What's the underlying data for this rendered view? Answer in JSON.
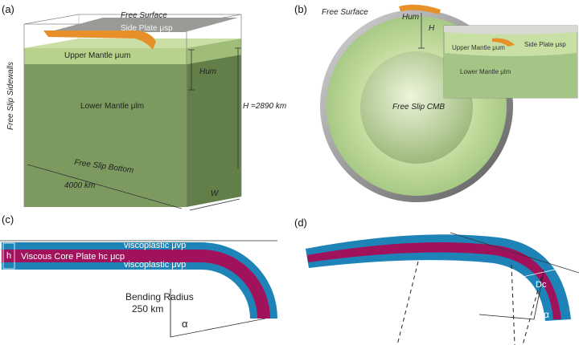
{
  "panels": {
    "a": {
      "label": "(a)",
      "free_surface": "Free Surface",
      "side_plate": "Side Plate μsp",
      "upper_mantle": "Upper Mantle μum",
      "lower_mantle": "Lower Mantle μlm",
      "h_um": "Hum",
      "h_total": "H =2890 km",
      "sidewalls": "Free Slip Sidewalls",
      "bottom": "Free Slip Bottom",
      "width": "4000 km",
      "depth": "W"
    },
    "b": {
      "label": "(b)",
      "free_surface": "Free Surface",
      "h_um": "Hum",
      "h_total": "H",
      "cmb": "Free Slip CMB",
      "inset_upper": "Upper Mantle μum",
      "inset_side": "Side Plate μsp",
      "inset_lower": "Lower Mantle μlm"
    },
    "c": {
      "label": "(c)",
      "h": "h",
      "core": "Viscous Core Plate hc μcp",
      "visco_top": "viscoplastic μvp",
      "visco_bottom": "viscoplastic μvp",
      "bending_title": "Bending Radius",
      "bending_value": "250 km",
      "alpha": "α"
    },
    "d": {
      "label": "(d)",
      "d_label": "Dc",
      "alpha": "α"
    }
  },
  "colors": {
    "lower_mantle": "#7a9a5e",
    "upper_mantle": "#b9d58f",
    "plate_orange": "#e7902a",
    "slab_blue": "#1e84b8",
    "slab_core": "#a0125c",
    "shell_gray": "#8a8a8a"
  }
}
